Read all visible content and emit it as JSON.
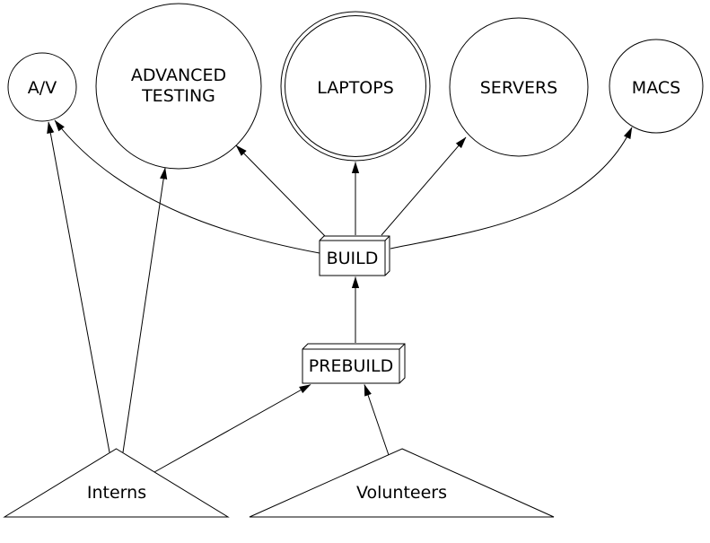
{
  "diagram": {
    "background_color": "#ffffff",
    "line_color": "#000000",
    "text_color": "#000000",
    "nodes": {
      "av": {
        "label": "A/V",
        "shape": "circle"
      },
      "advanced_testing": {
        "label_line1": "ADVANCED",
        "label_line2": "TESTING",
        "shape": "circle"
      },
      "laptops": {
        "label": "LAPTOPS",
        "shape": "double-circle"
      },
      "servers": {
        "label": "SERVERS",
        "shape": "circle"
      },
      "macs": {
        "label": "MACS",
        "shape": "circle"
      },
      "build": {
        "label": "BUILD",
        "shape": "box3d"
      },
      "prebuild": {
        "label": "PREBUILD",
        "shape": "box3d"
      },
      "interns": {
        "label": "Interns",
        "shape": "triangle"
      },
      "volunteers": {
        "label": "Volunteers",
        "shape": "triangle"
      }
    },
    "edges": [
      {
        "from": "Interns",
        "to": "A/V"
      },
      {
        "from": "Interns",
        "to": "ADVANCED TESTING"
      },
      {
        "from": "Interns",
        "to": "PREBUILD"
      },
      {
        "from": "Volunteers",
        "to": "PREBUILD"
      },
      {
        "from": "PREBUILD",
        "to": "BUILD"
      },
      {
        "from": "BUILD",
        "to": "A/V"
      },
      {
        "from": "BUILD",
        "to": "ADVANCED TESTING"
      },
      {
        "from": "BUILD",
        "to": "LAPTOPS"
      },
      {
        "from": "BUILD",
        "to": "SERVERS"
      },
      {
        "from": "BUILD",
        "to": "MACS"
      }
    ]
  }
}
